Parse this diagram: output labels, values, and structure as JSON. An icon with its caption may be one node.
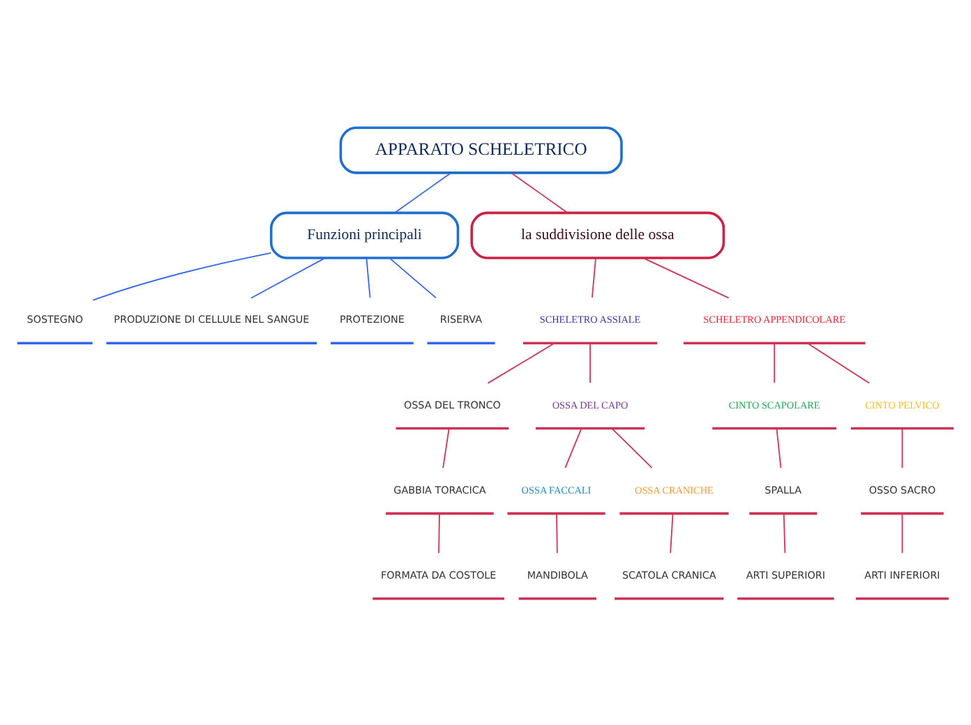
{
  "diagram": {
    "nodes": [
      {
        "text": [
          "APPARATO SCHELETRICO"
        ]
      },
      {
        "text": [
          "Funzioni principali"
        ]
      },
      {
        "text": [
          "SOSTEGNO"
        ]
      },
      {
        "text": [
          "PRODUZIONE DI CELLULE NEL SANGUE"
        ]
      },
      {
        "text": [
          "PROTEZIONE"
        ]
      },
      {
        "text": [
          "RISERVA"
        ]
      },
      {
        "text": [
          "la suddivisione delle ossa"
        ]
      },
      {
        "text": [
          "SCHELETRO ASSIALE"
        ]
      },
      {
        "text": [
          "SCHELETRO APPENDICOLARE"
        ]
      },
      {
        "text": [
          "OSSA DEL TRONCO"
        ]
      },
      {
        "text": [
          "OSSA DEL CAPO"
        ]
      },
      {
        "text": [
          "CINTO SCAPOLARE"
        ]
      },
      {
        "text": [
          "CINTO PELVICO"
        ]
      },
      {
        "text": [
          "GABBIA TORACICA"
        ]
      },
      {
        "text": [
          "OSSA FACCALI"
        ]
      },
      {
        "text": [
          "OSSA CRANICHE"
        ]
      },
      {
        "text": [
          "SPALLA"
        ]
      },
      {
        "text": [
          "OSSO SACRO"
        ]
      },
      {
        "text": [
          "FORMATA DA COSTOLE"
        ]
      },
      {
        "text": [
          "MANDIBOLA"
        ]
      },
      {
        "text": [
          "SCATOLA CRANICA"
        ]
      },
      {
        "text": [
          "ARTI SUPERIORI"
        ]
      },
      {
        "text": [
          "ARTI INFERIORI"
        ]
      }
    ],
    "edges": [
      {
        "from": 0,
        "to": 1,
        "arrow": "none",
        "color": "#3366ee"
      },
      {
        "from": 1,
        "to": 2,
        "arrow": "none",
        "color": "#3366ee"
      },
      {
        "from": 1,
        "to": 3,
        "arrow": "none",
        "color": "#3366ee"
      },
      {
        "from": 1,
        "to": 4,
        "arrow": "none",
        "color": "#3366ee"
      },
      {
        "from": 1,
        "to": 5,
        "arrow": "none",
        "color": "#3366ee"
      },
      {
        "from": 0,
        "to": 6,
        "arrow": "none"
      },
      {
        "from": 6,
        "to": 7,
        "arrow": "none"
      },
      {
        "from": 6,
        "to": 8,
        "arrow": "none"
      },
      {
        "from": 7,
        "to": 9,
        "arrow": "none"
      },
      {
        "from": 7,
        "to": 10,
        "arrow": "none"
      },
      {
        "from": 8,
        "to": 11,
        "arrow": "none"
      },
      {
        "from": 8,
        "to": 12,
        "arrow": "none"
      },
      {
        "from": 9,
        "to": 13,
        "arrow": "none"
      },
      {
        "from": 10,
        "to": 14,
        "arrow": "none"
      },
      {
        "from": 10,
        "to": 15,
        "arrow": "none"
      },
      {
        "from": 11,
        "to": 16,
        "arrow": "none"
      },
      {
        "from": 12,
        "to": 17,
        "arrow": "none"
      },
      {
        "from": 13,
        "to": 18,
        "arrow": "none"
      },
      {
        "from": 14,
        "to": 19,
        "arrow": "none"
      },
      {
        "from": 15,
        "to": 20,
        "arrow": "none"
      },
      {
        "from": 16,
        "to": 21,
        "arrow": "none"
      },
      {
        "from": 17,
        "to": 22,
        "arrow": "none"
      }
    ]
  }
}
